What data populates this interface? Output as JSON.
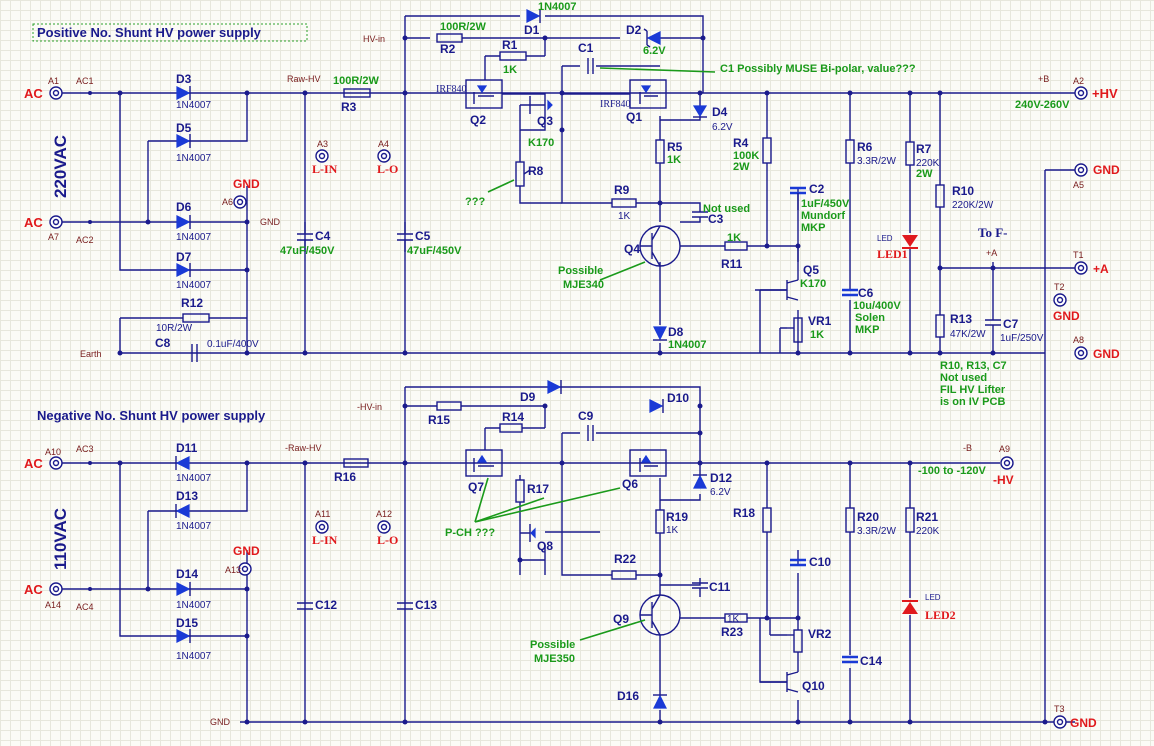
{
  "titles": {
    "positive": "Positive No. Shunt HV power supply",
    "negative": "Negative No. Shunt HV power supply",
    "v220": "220VAC",
    "v110": "110VAC"
  },
  "terminals": {
    "A1": "A1",
    "A7": "A7",
    "A6": "A6",
    "A3": "A3",
    "A4": "A4",
    "A2": "A2",
    "A5": "A5",
    "T1": "T1",
    "T2": "T2",
    "A8": "A8",
    "A10": "A10",
    "A14": "A14",
    "A13": "A13",
    "A11": "A11",
    "A12": "A12",
    "A9": "A9",
    "T3": "T3",
    "AC1": "AC1",
    "AC2": "AC2",
    "AC3": "AC3",
    "AC4": "AC4"
  },
  "net_labels": {
    "ac": "AC",
    "gnd": "GND",
    "plus_hv": "+HV",
    "plus_a": "+A",
    "minus_hv": "-HV",
    "l_in": "L-IN",
    "l_o": "L-O",
    "raw_hv": "Raw-HV",
    "neg_raw_hv": "-Raw-HV",
    "hv_in": "HV-in",
    "neg_hv_in": "-HV-in",
    "earth": "Earth",
    "gnd_small": "GND",
    "plus_b": "+B",
    "plus_a_small": "+A",
    "minus_b": "-B",
    "to_f": "To F-"
  },
  "pos": {
    "D3": "D3",
    "D5": "D5",
    "D6": "D6",
    "D7": "D7",
    "D1": "D1",
    "D2": "D2",
    "D4": "D4",
    "D8": "D8",
    "diode_val": "1N4007",
    "d2_val": "6.2V",
    "d4_val": "6.2V",
    "R1": "R1",
    "R1_val": "1K",
    "R2": "R2",
    "R2_val": "100R/2W",
    "R3": "R3",
    "R3_val": "100R/2W",
    "R4": "R4",
    "R4_val1": "100K",
    "R4_val2": "2W",
    "R5": "R5",
    "R5_val": "1K",
    "R6": "R6",
    "R6_val": "3.3R/2W",
    "R7": "R7",
    "R7_val1": "220K",
    "R7_val2": "2W",
    "R8": "R8",
    "R9": "R9",
    "R9_val": "1K",
    "R10": "R10",
    "R10_val": "220K/2W",
    "R11": "R11",
    "R11_val": "1K",
    "R12": "R12",
    "R12_val": "10R/2W",
    "R13": "R13",
    "R13_val": "47K/2W",
    "C1": "C1",
    "C2": "C2",
    "C2_v1": "1uF/450V",
    "C2_v2": "Mundorf",
    "C2_v3": "MKP",
    "C3": "C3",
    "C4": "C4",
    "C4_val": "47uF/450V",
    "C5": "C5",
    "C5_val": "47uF/450V",
    "C6": "C6",
    "C6_v1": "10u/400V",
    "C6_v2": "Solen",
    "C6_v3": "MKP",
    "C7": "C7",
    "C7_val": "1uF/250V",
    "C8": "C8",
    "C8_val": "0.1uF/400V",
    "Q1": "Q1",
    "Q2": "Q2",
    "Q3": "Q3",
    "Q3_val": "K170",
    "Q4": "Q4",
    "Q5": "Q5",
    "Q5_val": "K170",
    "irf1": "IRF840",
    "irf2": "IRF840",
    "VR1": "VR1",
    "VR1_val": "1K",
    "LED1": "LED1",
    "led": "LED",
    "note_c1": "C1 Possibly MUSE Bi-polar, value???",
    "note_q4a": "Possible",
    "note_q4b": "MJE340",
    "note_r8": "???",
    "not_used": "Not used",
    "voltage": "240V-260V",
    "note_r10_1": "R10, R13, C7",
    "note_r10_2": "Not used",
    "note_r10_3": "FIL HV Lifter",
    "note_r10_4": "is on IV PCB"
  },
  "neg": {
    "D9": "D9",
    "D10": "D10",
    "D11": "D11",
    "D12": "D12",
    "D12_val": "6.2V",
    "D13": "D13",
    "D14": "D14",
    "D15": "D15",
    "D16": "D16",
    "diode_val": "1N4007",
    "R14": "R14",
    "R15": "R15",
    "R16": "R16",
    "R17": "R17",
    "R18": "R18",
    "R19": "R19",
    "R19_val": "1K",
    "R20": "R20",
    "R20_val": "3.3R/2W",
    "R21": "R21",
    "R21_val": "220K",
    "R22": "R22",
    "R23": "R23",
    "R23_val": "1K",
    "C9": "C9",
    "C10": "C10",
    "C11": "C11",
    "C12": "C12",
    "C13": "C13",
    "C14": "C14",
    "Q6": "Q6",
    "Q7": "Q7",
    "Q8": "Q8",
    "Q9": "Q9",
    "Q10": "Q10",
    "VR2": "VR2",
    "LED2": "LED2",
    "led": "LED",
    "note_pch": "P-CH ???",
    "note_q9a": "Possible",
    "note_q9b": "MJE350",
    "voltage": "-100 to -120V"
  }
}
